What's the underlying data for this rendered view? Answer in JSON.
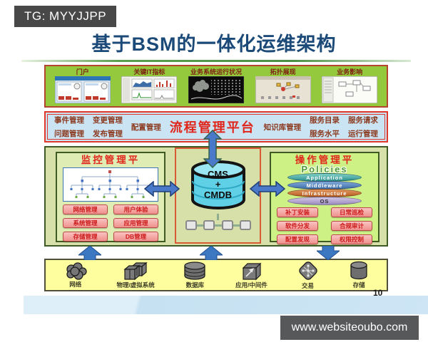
{
  "header": {
    "tg_badge": "TG: MYYJJPP",
    "title": "基于BSM的一体化运维架构"
  },
  "footer": {
    "page_number": "10",
    "website": "www.websiteoubo.com"
  },
  "dashboards": {
    "labels": [
      "门户",
      "关键IT指标",
      "业务系统运行状况",
      "拓扑展现",
      "业务影响"
    ]
  },
  "process": {
    "title": "流程管理平台",
    "items": [
      "事件管理",
      "问题管理",
      "变更管理",
      "发布管理",
      "配置管理",
      "知识库管理",
      "服务目录",
      "服务水平",
      "服务请求",
      "运行管理"
    ]
  },
  "monitoring": {
    "title": "监控管理平",
    "modules": [
      "网络管理",
      "用户体验",
      "系统管理",
      "应用管理",
      "存储管理",
      "DB管理"
    ]
  },
  "cmdb": {
    "line1": "CMS",
    "line2": "+",
    "line3": "CMDB"
  },
  "operations": {
    "title": "操作管理平",
    "policies": "Policies",
    "stack": [
      "Application",
      "Middleware",
      "Infrastructure",
      "OS"
    ],
    "modules": [
      "补丁安装",
      "日常巡检",
      "软件分发",
      "合规审计",
      "配置发现",
      "权限控制"
    ]
  },
  "infrastructure": {
    "items": [
      {
        "label": "网络",
        "icon": "cloud-icon"
      },
      {
        "label": "物理/虚拟系统",
        "icon": "servers-icon"
      },
      {
        "label": "数据库",
        "icon": "database-icon"
      },
      {
        "label": "应用/中间件",
        "icon": "application-icon"
      },
      {
        "label": "交易",
        "icon": "transaction-icon"
      },
      {
        "label": "存储",
        "icon": "storage-icon"
      }
    ]
  },
  "colors": {
    "title_blue": "#1C4A78",
    "dashboard_green": "#94C83D",
    "process_blue": "#CAE4F4",
    "process_red": "#E0392B",
    "panel_olive": "#D6E0A8",
    "module_pink": "#F5A9A6",
    "cms_cyan": "#5FD0E6",
    "arrow_blue": "#4B79C9",
    "infra_yellow": "#FFFE9E",
    "badge_gray": "#57585A"
  }
}
